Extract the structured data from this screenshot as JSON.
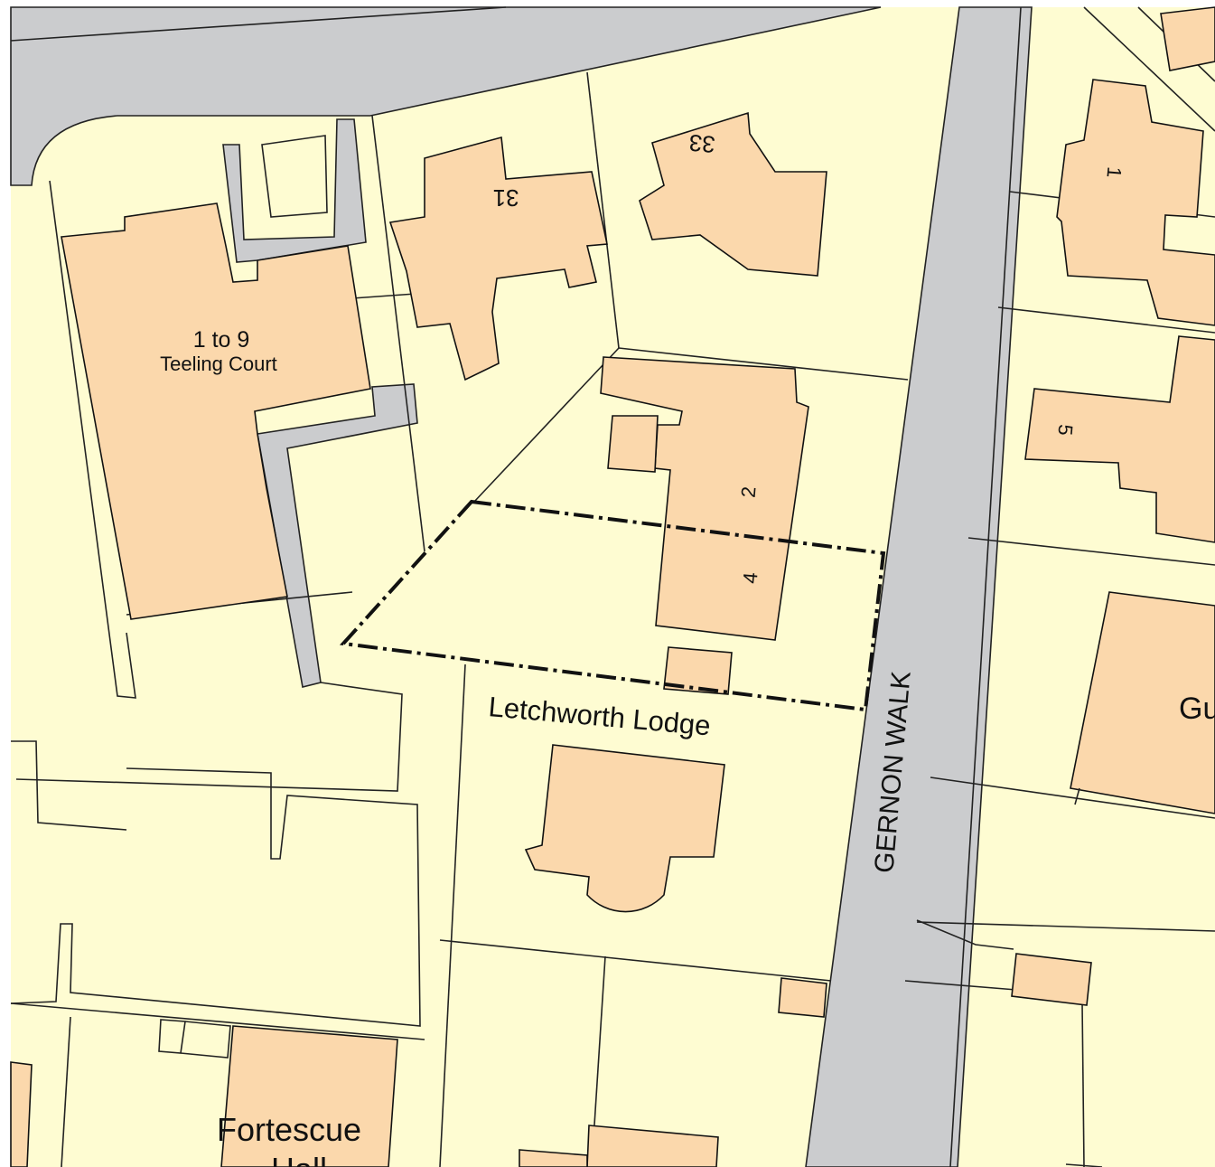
{
  "colors": {
    "land": "#fefcd2",
    "building": "#fbd8ac",
    "road": "#cbccce",
    "outline": "#222222",
    "site_boundary": "#111111"
  },
  "labels": {
    "teeling_line1": "1 to 9",
    "teeling_line2": "Teeling Court",
    "house_31": "31",
    "house_33": "33",
    "house_1": "1",
    "house_5": "5",
    "house_2": "2",
    "house_4": "4",
    "letchworth": "Letchworth Lodge",
    "gernon": "GERNON WALK",
    "gu_partial": "Gu",
    "fortescue": "Fortescue",
    "hall_partial": "Hall"
  }
}
